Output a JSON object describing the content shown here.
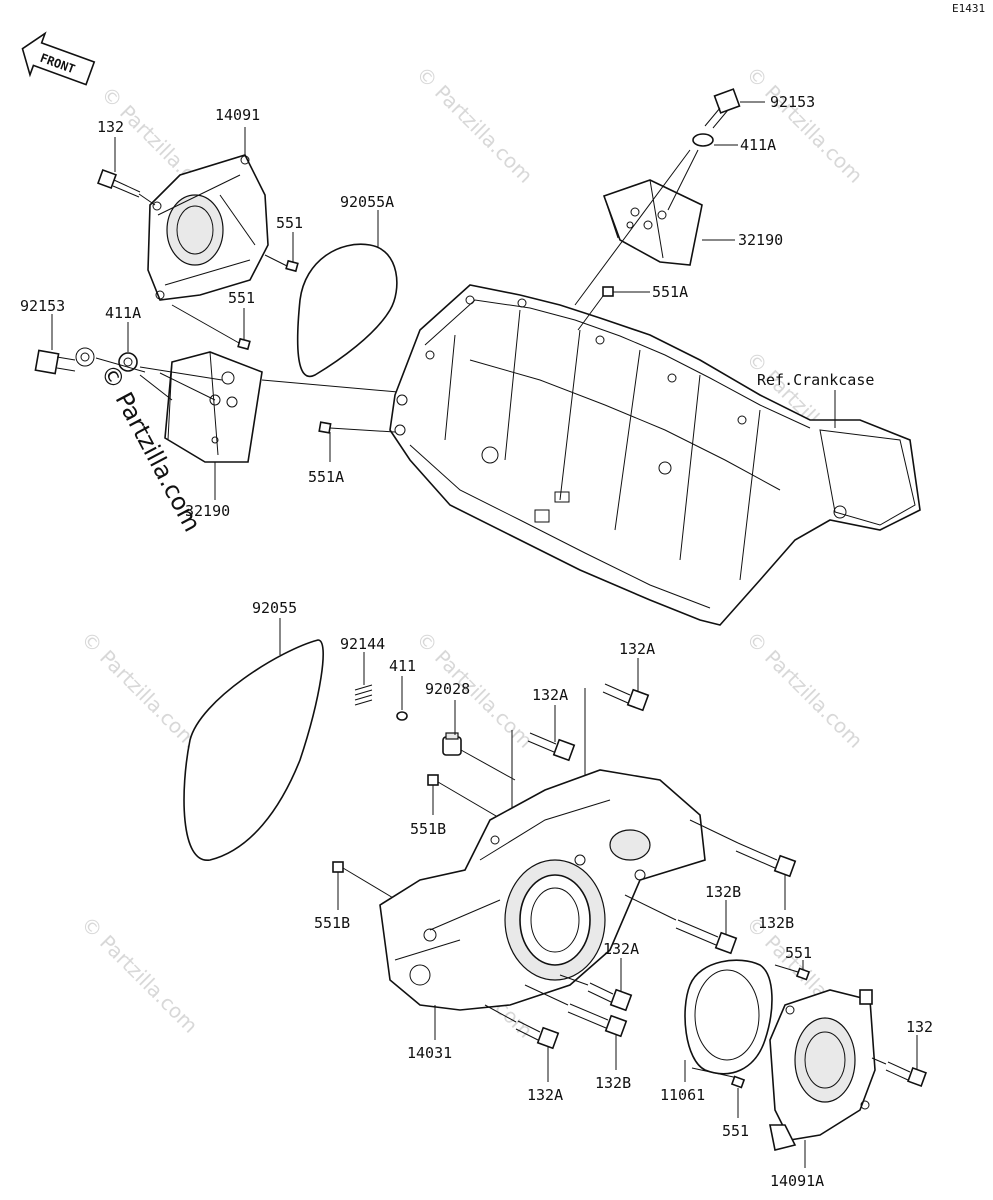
{
  "diagram": {
    "code": "E1431",
    "front_label": "FRONT",
    "watermark": "© Partzilla.com",
    "watermark_large": "© Partzilla.com",
    "reference": "Ref.Crankcase",
    "labels": {
      "p132_top": "132",
      "p14091": "14091",
      "p551_a": "551",
      "p551_b": "551",
      "p92055A": "92055A",
      "p92153_left": "92153",
      "p411A_left": "411A",
      "p32190_left": "32190",
      "p551A_left": "551A",
      "p92153_right": "92153",
      "p411A_right": "411A",
      "p32190_right": "32190",
      "p551A_right": "551A",
      "p92055": "92055",
      "p92144": "92144",
      "p411": "411",
      "p92028": "92028",
      "p132A_1": "132A",
      "p132A_2": "132A",
      "p551B_1": "551B",
      "p551B_2": "551B",
      "p132B_1": "132B",
      "p132B_2": "132B",
      "p132A_3": "132A",
      "p551_c": "551",
      "p132_right": "132",
      "p14031": "14031",
      "p132A_4": "132A",
      "p132B_3": "132B",
      "p11061": "11061",
      "p551_d": "551",
      "p14091A": "14091A"
    }
  }
}
